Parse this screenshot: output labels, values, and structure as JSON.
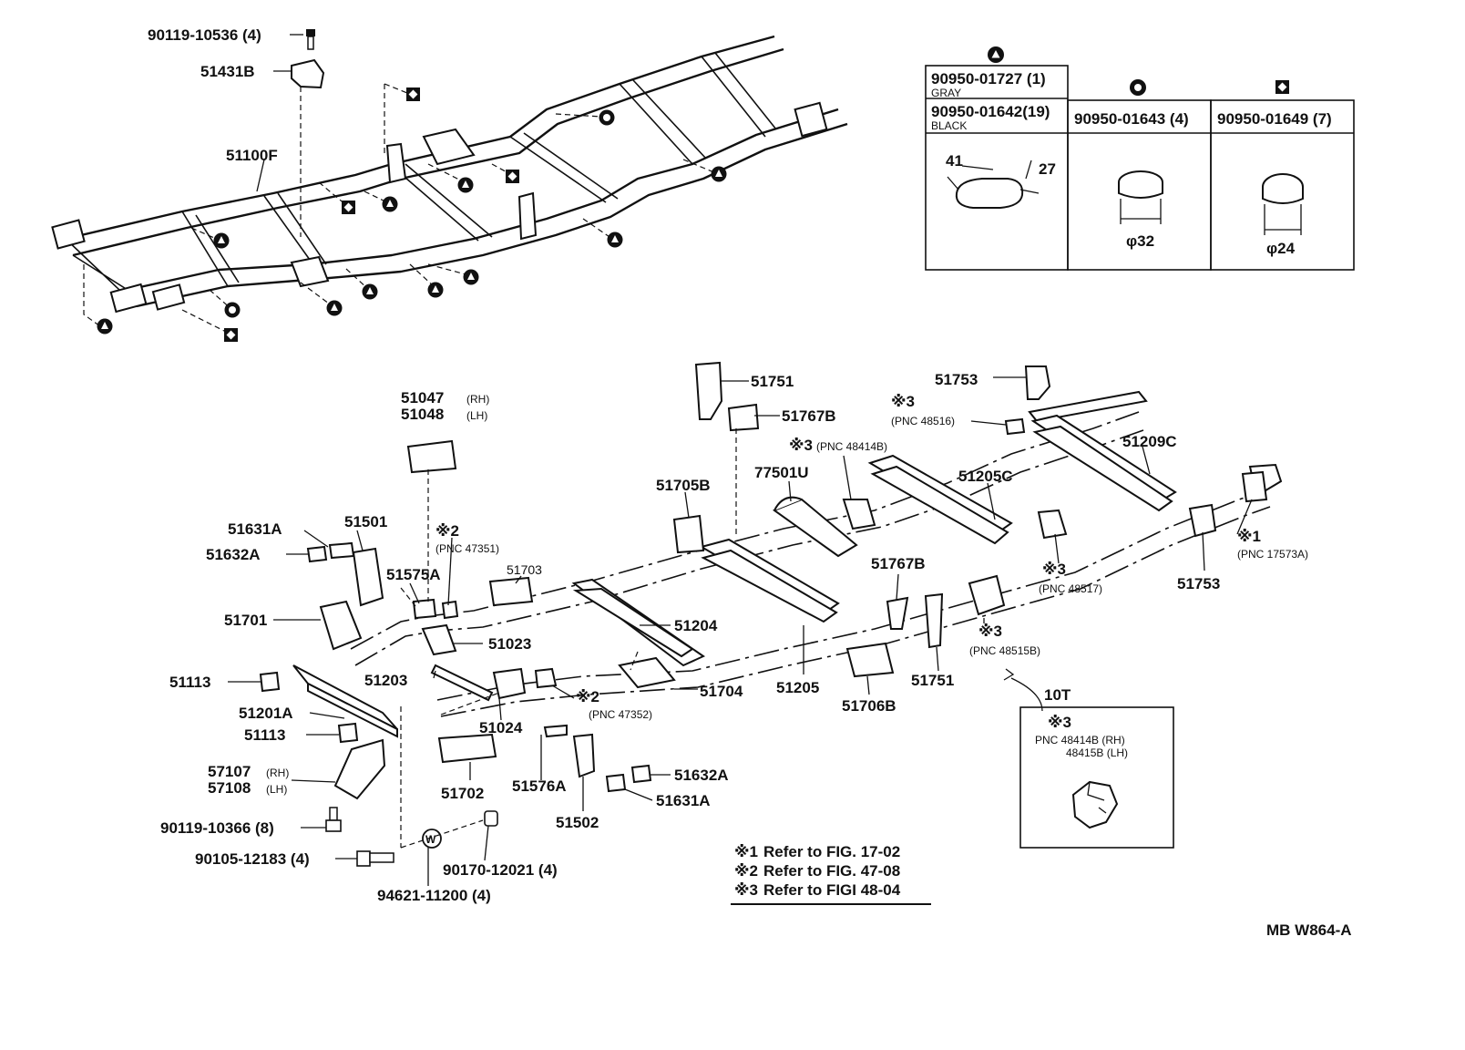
{
  "figure_id": "MB W864-A",
  "plug_table": {
    "cols": [
      {
        "key": "tri",
        "symbol": "triangle",
        "rows": [
          {
            "part": "90950-01727 (1)",
            "color": "GRAY"
          },
          {
            "part": "90950-01642(19)",
            "color": "BLACK"
          }
        ],
        "dims": [
          "41",
          "27"
        ]
      },
      {
        "key": "circ",
        "symbol": "circle",
        "rows": [
          {
            "part": "90950-01643 (4)"
          }
        ],
        "dims": [
          "φ32"
        ]
      },
      {
        "key": "sq",
        "symbol": "square",
        "rows": [
          {
            "part": "90950-01649 (7)"
          }
        ],
        "dims": [
          "φ24"
        ]
      }
    ]
  },
  "upper_labels": {
    "bolt_top": "90119-10536 (4)",
    "bracket_top": "51431B",
    "frame": "51100F"
  },
  "labels": {
    "p51751a": "51751",
    "p51767b_top": "51767B",
    "p51753a": "51753",
    "ref3_a": "※3",
    "pnc48516": "(PNC 48516)",
    "p51047": "51047",
    "rh": "(RH)",
    "p51048": "51048",
    "lh": "(LH)",
    "ref3_b": "※3",
    "pnc48414b": "(PNC 48414B)",
    "p51209c": "51209C",
    "p51705b": "51705B",
    "p77501u": "77501U",
    "p51205c": "51205C",
    "p51631a_l": "51631A",
    "p51501": "51501",
    "ref2_a": "※2",
    "pnc47351": "(PNC 47351)",
    "p51632a_l": "51632A",
    "p51575a": "51575A",
    "p51703": "51703",
    "ref1": "※1",
    "pnc17573a": "(PNC 17573A)",
    "ref3_c": "※3",
    "pnc48517": "(PNC 48517)",
    "p51767b_mid": "51767B",
    "p51753b": "51753",
    "p51701": "51701",
    "p51204": "51204",
    "p51023": "51023",
    "ref3_d": "※3",
    "pnc48515b": "(PNC 48515B)",
    "p51113a": "51113",
    "p51203": "51203",
    "p51704": "51704",
    "p51205": "51205",
    "p51751b": "51751",
    "p51201a": "51201A",
    "ref2_b": "※2",
    "pnc47352": "(PNC 47352)",
    "p51706b": "51706B",
    "p51024": "51024",
    "torque": "10T",
    "p51113b": "51113",
    "p57107": "57107",
    "rh2": "(RH)",
    "p57108": "57108",
    "lh2": "(LH)",
    "p51702": "51702",
    "p51576a": "51576A",
    "p51632a_r": "51632A",
    "p51631a_r": "51631A",
    "p51502": "51502",
    "p9011910366": "90119-10366 (8)",
    "p9010512183": "90105-12183 (4)",
    "p9017012021": "90170-12021 (4)",
    "p9462111200": "94621-11200 (4)",
    "washer_sym": "W"
  },
  "inset": {
    "ref": "※3",
    "line1": "PNC 48414B (RH)",
    "line2": "48415B (LH)"
  },
  "notes": [
    {
      "mark": "※1",
      "text": "Refer to FIG. 17-02"
    },
    {
      "mark": "※2",
      "text": "Refer to FIG. 47-08"
    },
    {
      "mark": "※3",
      "text": "Refer to FIGI 48-04"
    }
  ]
}
